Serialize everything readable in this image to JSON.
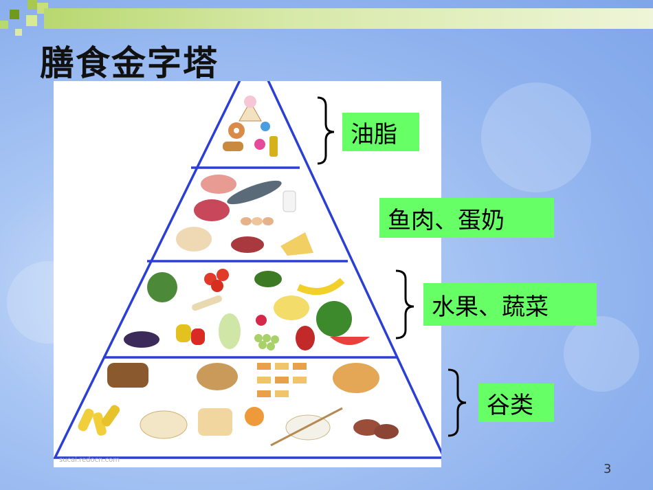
{
  "slide": {
    "title": "膳食金字塔",
    "page_number": "3",
    "watermark": "sucai.redocn.com"
  },
  "tiers": [
    {
      "label": "油脂",
      "foods": [
        "ice-cream",
        "donut",
        "lollipop",
        "cookies",
        "oil-bottle"
      ]
    },
    {
      "label": "鱼肉、蛋奶",
      "foods": [
        "ham",
        "fish",
        "milk",
        "beef",
        "eggs",
        "chicken",
        "steak",
        "cheese"
      ]
    },
    {
      "label": "水果、蔬菜",
      "foods": [
        "cabbage",
        "tomatoes",
        "avocado",
        "bananas",
        "parsnip",
        "melon",
        "watermelon",
        "eggplant",
        "peppers",
        "lettuce",
        "raspberries",
        "grapes",
        "pear"
      ]
    },
    {
      "label": "谷类",
      "foods": [
        "bread-loaf",
        "cereal-bowl",
        "pasta-bows",
        "bun",
        "fusilli",
        "bread-slices",
        "toast",
        "corn-flakes",
        "rice-chopsticks",
        "potatoes"
      ]
    }
  ],
  "colors": {
    "pyramid_line": "#2b3fd6",
    "label_bg": "#66ff66",
    "title_text": "#111111"
  }
}
